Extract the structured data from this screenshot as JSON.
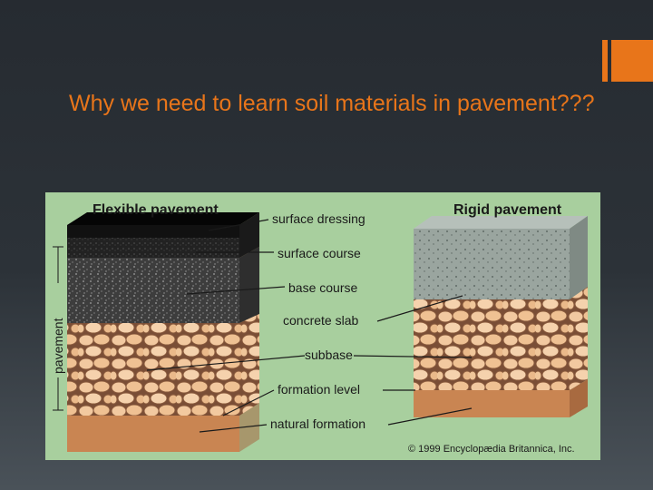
{
  "slide": {
    "title": "Why we need to learn soil materials in pavement???"
  },
  "figure": {
    "flexible_header": "Flexible pavement",
    "rigid_header": "Rigid pavement",
    "side_label": "pavement",
    "labels": {
      "surface_dressing": "surface dressing",
      "surface_course": "surface course",
      "base_course": "base course",
      "concrete_slab": "concrete slab",
      "subbase": "subbase",
      "formation_level": "formation level",
      "natural_formation": "natural formation"
    },
    "credit": "© 1999 Encyclopædia Britannica, Inc."
  },
  "colors": {
    "accent": "#e8751a",
    "figure_background": "#a8cf9e",
    "surface_dressing": "#111111",
    "surface_course": "#2a2a2a",
    "base_course": "#4a4a4a",
    "concrete": "#9aa59f",
    "aggregate": "#f2c9a0",
    "natural_formation": "#c98552"
  }
}
